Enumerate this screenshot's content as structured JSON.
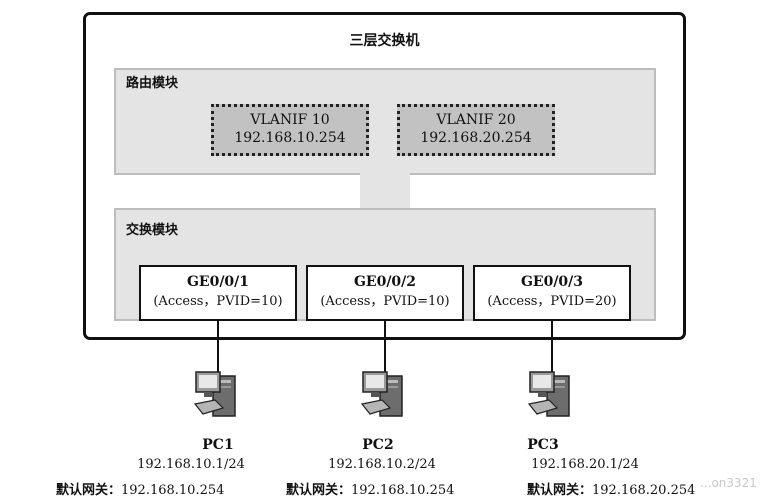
{
  "switch": {
    "title": "三层交换机"
  },
  "routing_module": {
    "label": "路由模块",
    "vlanifs": [
      {
        "name": "VLANIF 10",
        "ip": "192.168.10.254"
      },
      {
        "name": "VLANIF 20",
        "ip": "192.168.20.254"
      }
    ]
  },
  "switching_module": {
    "label": "交换模块",
    "ports": [
      {
        "name": "GE0/0/1",
        "config": "(Access，PVID=10)"
      },
      {
        "name": "GE0/0/2",
        "config": "(Access，PVID=10)"
      },
      {
        "name": "GE0/0/3",
        "config": "(Access，PVID=20)"
      }
    ]
  },
  "pcs": [
    {
      "name": "PC1",
      "ip": "192.168.10.1/24",
      "gateway_label": "默认网关：",
      "gateway": "192.168.10.254"
    },
    {
      "name": "PC2",
      "ip": "192.168.10.2/24",
      "gateway_label": "默认网关：",
      "gateway": "192.168.10.254"
    },
    {
      "name": "PC3",
      "ip": "192.168.20.1/24",
      "gateway_label": "默认网关：",
      "gateway": "192.168.20.254"
    }
  ],
  "watermark": "...on3321",
  "icons": {
    "pc": "desktop-computer-icon"
  }
}
